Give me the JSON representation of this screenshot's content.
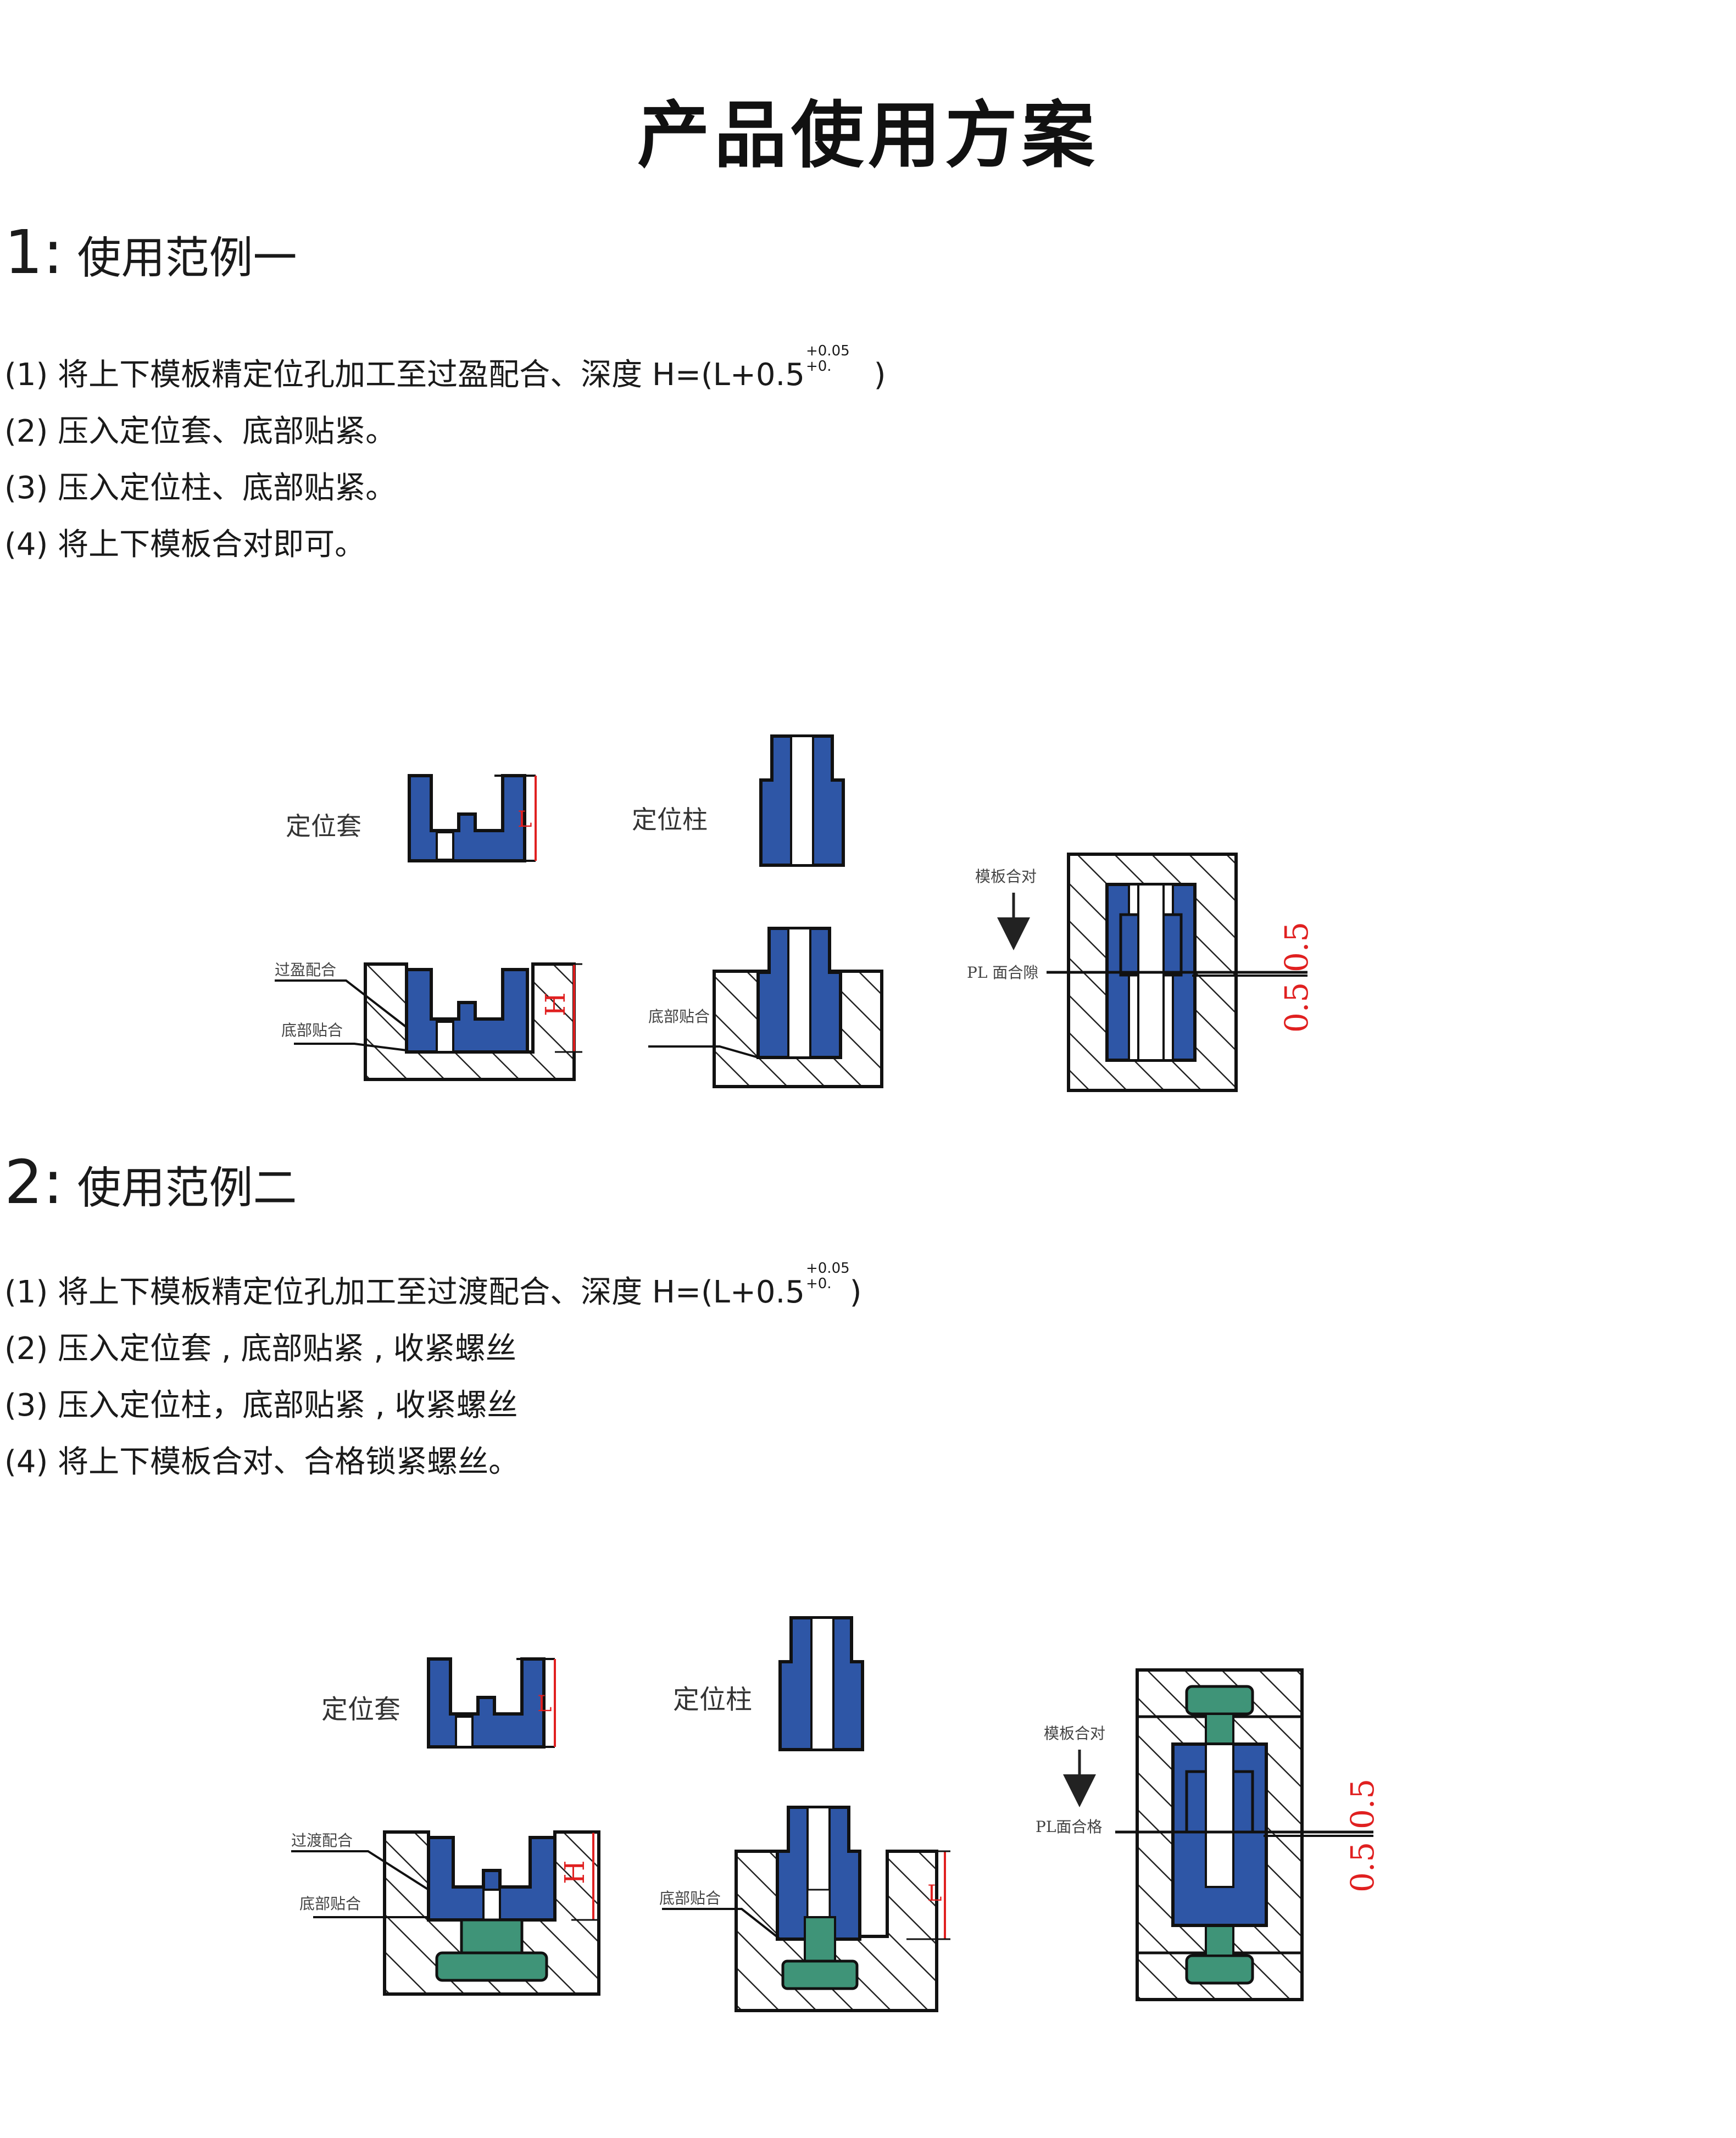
{
  "title": "产品使用方案",
  "section1": {
    "num": "1:",
    "heading": "使用范例一",
    "steps": [
      "(1) 将上下模板精定位孔加工至过盈配合、深度 H=(L+0.5",
      "(2) 压入定位套、底部贴紧。",
      "(3) 压入定位柱、底部贴紧。",
      "(4) 将上下模板合对即可。"
    ],
    "tol_upper": "+0.05",
    "tol_lower": "+0.",
    "step1_close": ")",
    "labels": {
      "sleeve": "定位套",
      "pillar": "定位柱",
      "interference": "过盈配合",
      "bottom1": "底部贴合",
      "bottom2": "底部贴合",
      "mold_close": "模板合对",
      "pl": "PL 面合隙",
      "dim_L": "L",
      "dim_H": "H",
      "dim_gap": "0.5",
      "dim_gap2": "0.5"
    }
  },
  "section2": {
    "num": "2:",
    "heading": "使用范例二",
    "steps": [
      "(1) 将上下模板精定位孔加工至过渡配合、深度 H=(L+0.5",
      "(2) 压入定位套 , 底部贴紧 , 收紧螺丝",
      "(3) 压入定位柱，底部贴紧 , 收紧螺丝",
      "(4) 将上下模板合对、合格锁紧螺丝。"
    ],
    "tol_upper": "+0.05",
    "tol_lower": "+0.",
    "step1_close": ")",
    "labels": {
      "sleeve": "定位套",
      "pillar": "定位柱",
      "transition": "过渡配合",
      "bottom1": "底部贴合",
      "bottom2": "底部贴合",
      "mold_close": "模板合对",
      "pl": "PL面合格",
      "dim_L": "L",
      "dim_H": "H",
      "dim_L2": "L",
      "dim_gap": "0.5",
      "dim_gap2": "0.5"
    }
  },
  "colors": {
    "part_blue": "#2e56a6",
    "screw_green": "#3f9478",
    "dim_red": "#e02020",
    "hatch": "#222222"
  }
}
